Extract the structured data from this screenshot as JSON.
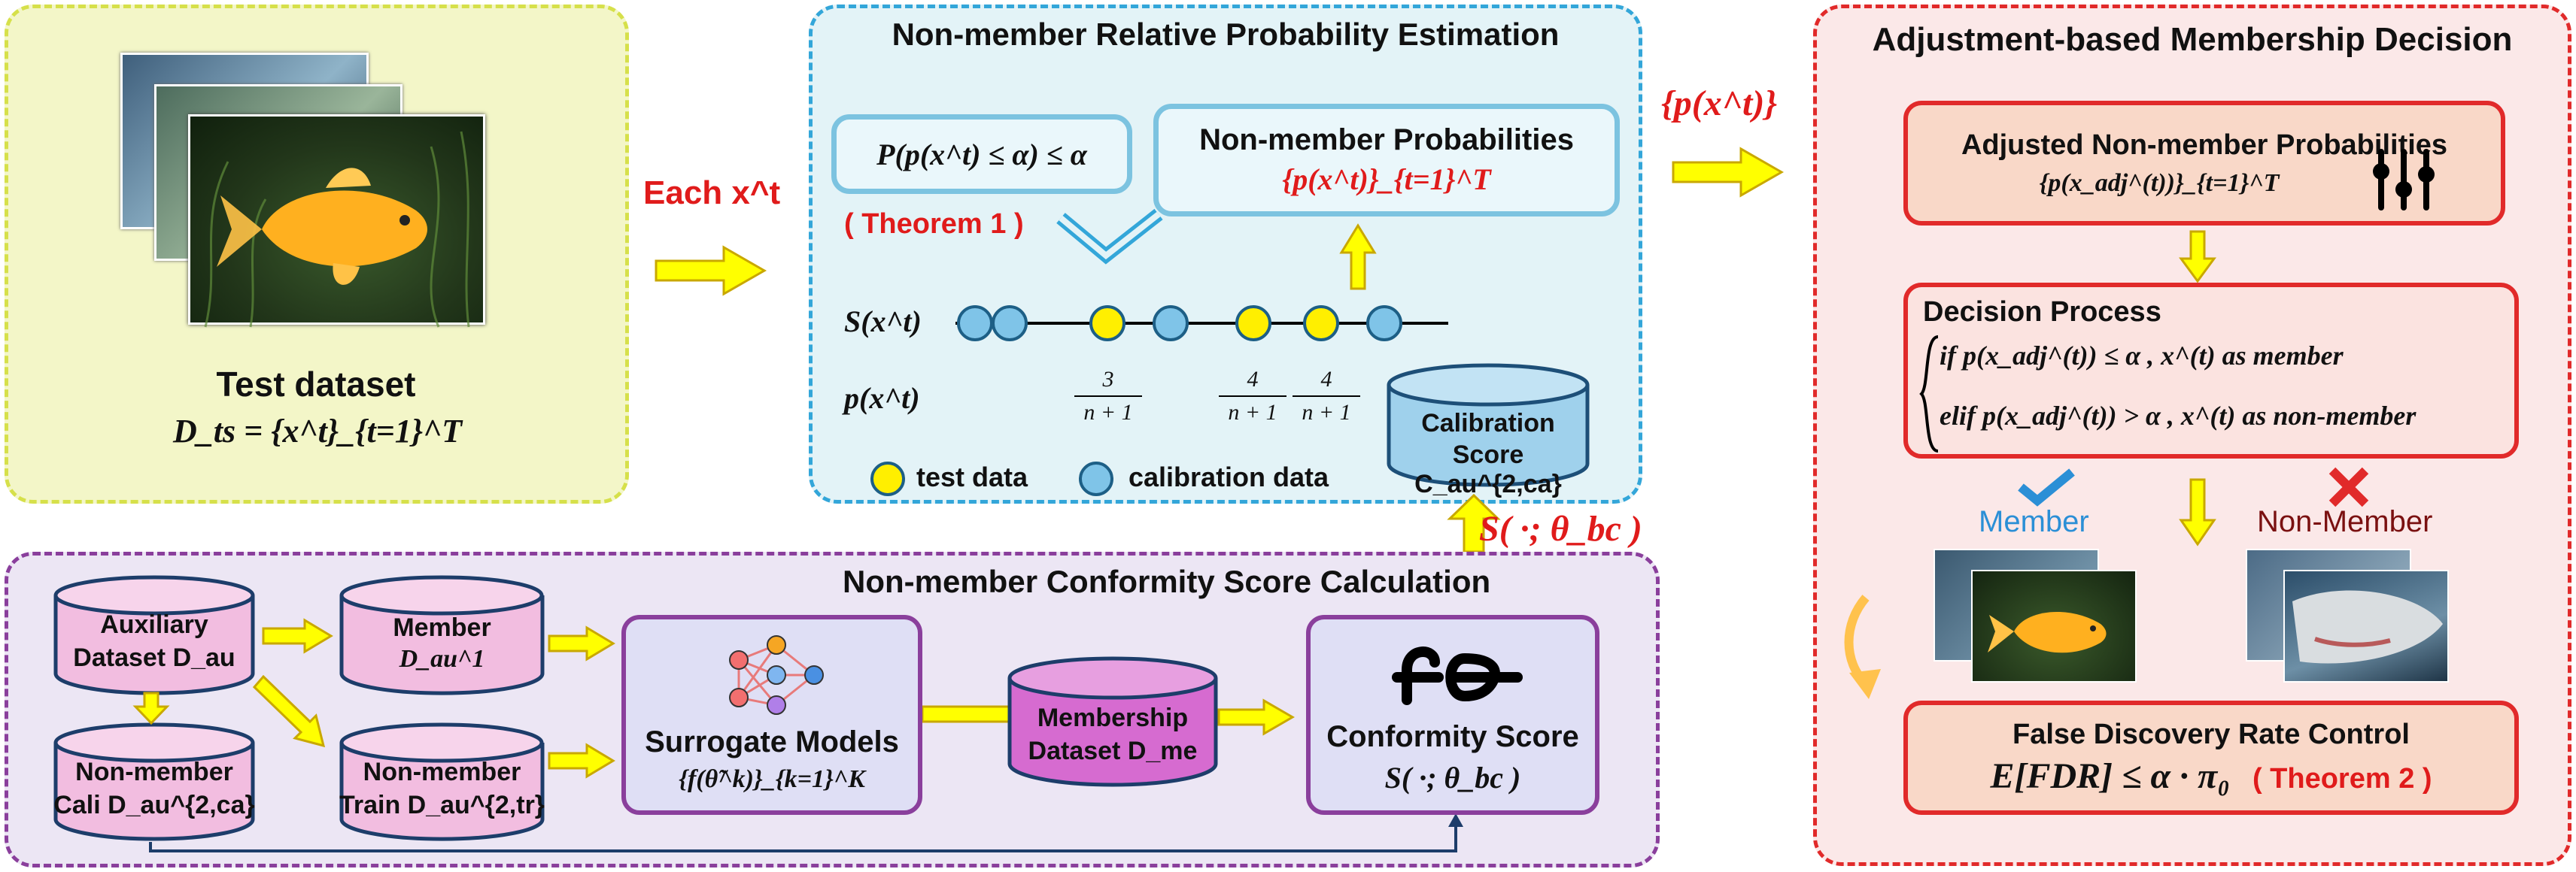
{
  "test_panel": {
    "title": "Test dataset",
    "formula": "D_ts = {x^t}_{t=1}^T"
  },
  "each_label": "Each x^t",
  "estimation_panel": {
    "title": "Non-member Relative Probability Estimation",
    "prob_bound": "P(p(x^t) ≤ α) ≤ α",
    "theorem": "( Theorem 1 )",
    "nonmember_probs_title": "Non-member Probabilities",
    "nonmember_probs_formula": "{p(x^t)}_{t=1}^T",
    "score_label": "S(x^t)",
    "p_label": "p(x^t)",
    "fractions": [
      {
        "num": "3",
        "den": "n + 1"
      },
      {
        "num": "4",
        "den": "n + 1"
      },
      {
        "num": "4",
        "den": "n + 1"
      }
    ],
    "legend_test": "test data",
    "legend_calib": "calibration data",
    "calibration_line1": "Calibration",
    "calibration_line2": "Score C_au^{2,ca}"
  },
  "p_output_label": "{p(x^t)}",
  "s_theta_label": "S( ·; θ_bc )",
  "decision_panel": {
    "title": "Adjustment-based Membership Decision",
    "adjusted_title": "Adjusted Non-member Probabilities",
    "adjusted_formula": "{p(x_adj^(t))}_{t=1}^T",
    "decision_title": "Decision Process",
    "decision_if": "if   p(x_adj^(t)) ≤ α , x^(t) as member",
    "decision_elif": "elif p(x_adj^(t)) > α , x^(t) as non-member",
    "member_label": "Member",
    "nonmember_label": "Non-Member",
    "fdr_title": "False Discovery Rate Control",
    "fdr_formula": "E[FDR] ≤ α · π₀",
    "theorem2": "( Theorem 2 )"
  },
  "conformity_panel": {
    "title": "Non-member Conformity Score Calculation",
    "aux_line1": "Auxiliary",
    "aux_line2": "Dataset D_au",
    "member_line1": "Member",
    "member_line2": "D_au^1",
    "nonmember_cali_line1": "Non-member",
    "nonmember_cali_line2": "Cali D_au^{2,ca}",
    "nonmember_train_line1": "Non-member",
    "nonmember_train_line2": "Train D_au^{2,tr}",
    "surrogate_title": "Surrogate Models",
    "surrogate_formula": "{f(θ̃^k)}_{k=1}^K",
    "membership_line1": "Membership",
    "membership_line2": "Dataset D_me",
    "conformity_title": "Conformity Score",
    "conformity_formula": "S( ·; θ_bc )"
  },
  "colors": {
    "test_fill": "#f3f6c8",
    "test_border": "#d6e04a",
    "estimation_fill": "#e3f3f7",
    "estimation_border": "#33a6d9",
    "decision_fill": "#fbe8e8",
    "decision_border": "#e12a2a",
    "conformity_fill": "#ece6f4",
    "conformity_border": "#8a3f9c",
    "arrow_yellow": "#ffff00",
    "dot_yellow": "#ffef00",
    "dot_blue": "#7fc4e8",
    "accent_red": "#e01b1b"
  },
  "icons": [
    "goldfish-photo-stack",
    "slider-icon",
    "check-icon",
    "cross-icon",
    "network-icon",
    "fourier-icon"
  ]
}
